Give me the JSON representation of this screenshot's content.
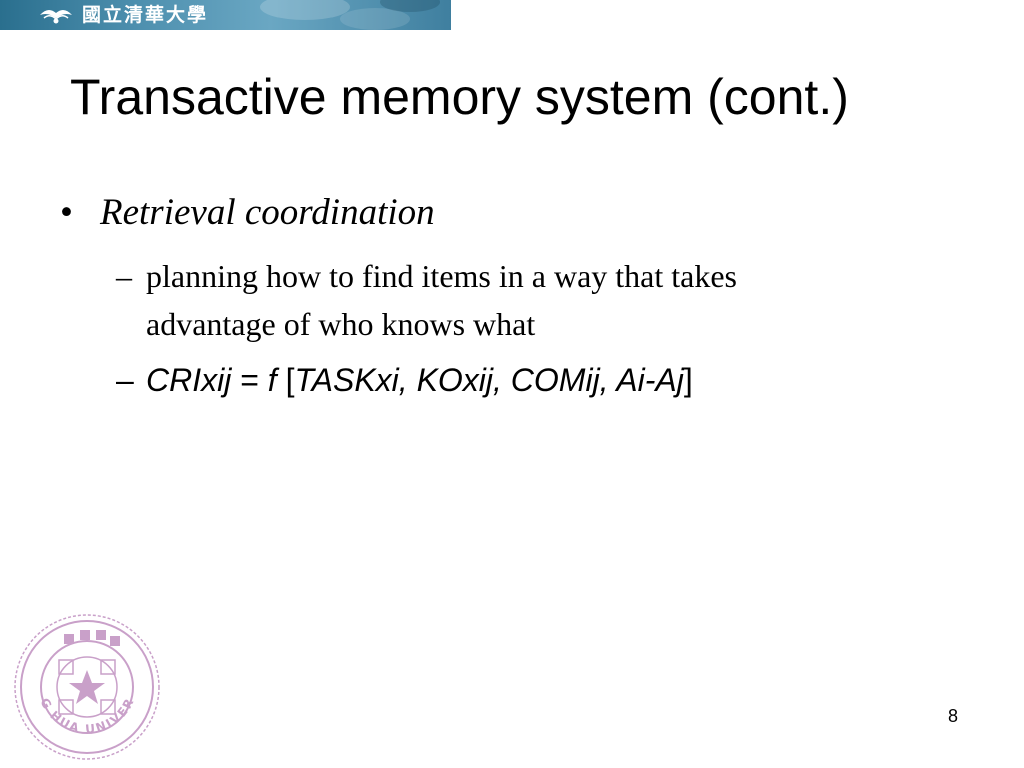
{
  "header": {
    "university_name": "國立清華大學"
  },
  "slide": {
    "title": "Transactive memory system (cont.)",
    "bullets": [
      {
        "marker": "•",
        "text": "Retrieval coordination",
        "sub_items": [
          {
            "marker": "–",
            "line1": "planning how to find items in a way that takes",
            "line2": "advantage of who knows what"
          },
          {
            "marker": "–",
            "formula_lhs": "CRIxij",
            "equals": " = ",
            "func": "f",
            "open_bracket": " [",
            "args": "TASKxi, KOxij, COMij, Ai-Aj",
            "close_bracket": "]"
          }
        ]
      }
    ]
  },
  "footer": {
    "page_number": "8",
    "seal_text": "TSING HUA UNIVERSITY"
  },
  "colors": {
    "banner": "#3f7f9f",
    "seal": "#c9a0c9",
    "text": "#000000"
  }
}
